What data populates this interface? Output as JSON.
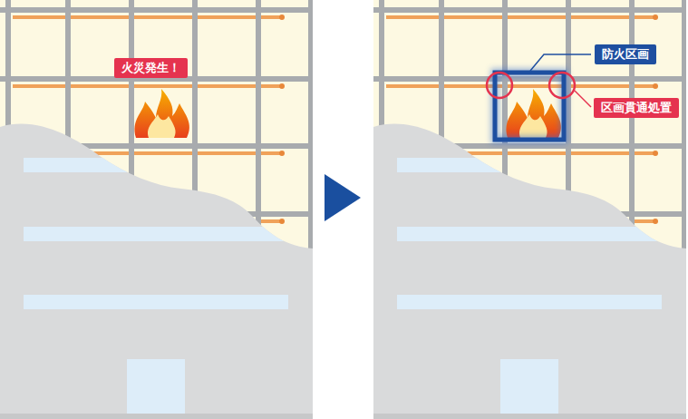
{
  "diagram": {
    "nodes": [
      {
        "text": [
          "火災発生！"
        ]
      },
      {
        "text": [
          "防火区画"
        ]
      },
      {
        "text": [
          "区画貫通処置"
        ]
      }
    ]
  }
}
